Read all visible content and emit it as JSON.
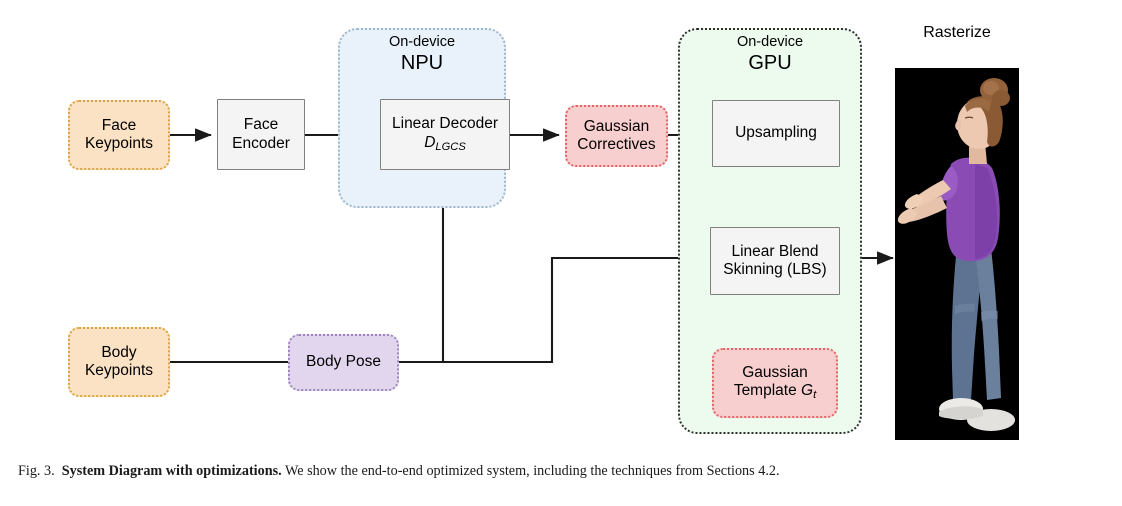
{
  "figure": {
    "caption_prefix": "Fig. 3.",
    "caption_bold": "System Diagram with optimizations.",
    "caption_rest": "We show the end-to-end optimized system, including the techniques from Sections 4.2."
  },
  "regions": [
    {
      "id": "npu",
      "subtitle": "On-device",
      "title": "NPU",
      "fill": "#e9f2fb",
      "border": "#9fb6cc"
    },
    {
      "id": "gpu",
      "subtitle": "On-device",
      "title": "GPU",
      "fill": "#edfaee",
      "border": "#2f2f2f"
    }
  ],
  "nodes": {
    "face_keypoints": {
      "line1": "Face",
      "line2": "Keypoints",
      "kind": "data",
      "color": "#fbe2c4"
    },
    "face_encoder": {
      "line1": "Face",
      "line2": "Encoder",
      "kind": "process",
      "color": "#f4f4f4"
    },
    "linear_decoder": {
      "line1": "Linear Decoder",
      "line2_var": "D",
      "line2_sub": "LGCS",
      "kind": "process",
      "color": "#f4f4f4"
    },
    "gaussian_correctives": {
      "line1": "Gaussian",
      "line2": "Correctives",
      "kind": "data",
      "color": "#f8cfcf"
    },
    "upsampling": {
      "line1": "Upsampling",
      "kind": "process",
      "color": "#f4f4f4"
    },
    "linear_blend_skinning": {
      "line1": "Linear Blend",
      "line2": "Skinning (LBS)",
      "kind": "process",
      "color": "#f4f4f4"
    },
    "gaussian_template": {
      "line1": "Gaussian",
      "line2_pre": "Template ",
      "line2_var": "G",
      "line2_sub": "t",
      "kind": "data",
      "color": "#f8cfcf"
    },
    "body_keypoints": {
      "line1": "Body",
      "line2": "Keypoints",
      "kind": "data",
      "color": "#fbe2c4"
    },
    "body_pose": {
      "line1": "Body Pose",
      "kind": "data",
      "color": "#e2d6ef"
    }
  },
  "output": {
    "label": "Rasterize",
    "background": "#000000",
    "subject": {
      "shirt_color": "#8a4bb5",
      "jeans_color": "#5d7391",
      "skin_color": "#e8c3ab",
      "hair_color": "#8a5a34",
      "shoe_color": "#eceae6"
    }
  },
  "edges": [
    {
      "from": "face_keypoints",
      "to": "face_encoder"
    },
    {
      "from": "face_encoder",
      "to": "linear_decoder"
    },
    {
      "from": "linear_decoder",
      "to": "gaussian_correctives"
    },
    {
      "from": "gaussian_correctives",
      "to": "upsampling"
    },
    {
      "from": "upsampling",
      "to": "linear_blend_skinning"
    },
    {
      "from": "gaussian_template",
      "to": "linear_blend_skinning"
    },
    {
      "from": "body_keypoints",
      "to": "body_pose"
    },
    {
      "from": "body_pose",
      "to": "linear_decoder"
    },
    {
      "from": "body_pose",
      "to": "linear_blend_skinning"
    },
    {
      "from": "linear_blend_skinning",
      "to": "output"
    }
  ]
}
